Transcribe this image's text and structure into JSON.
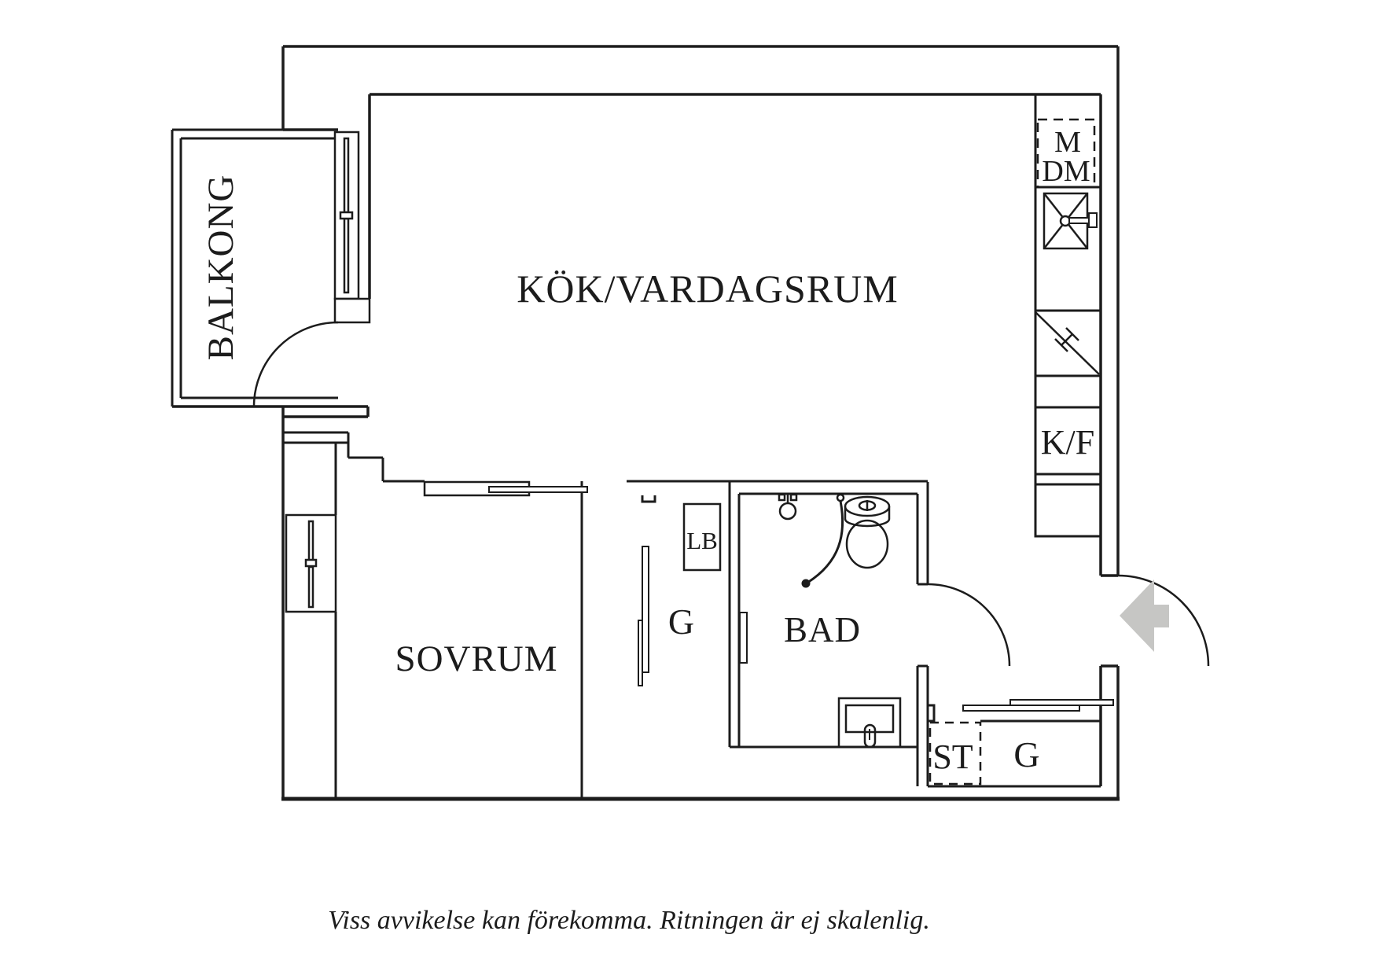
{
  "plan": {
    "rooms": {
      "balcony": "BALKONG",
      "kitchen_living": "KÖK/VARDAGSRUM",
      "bedroom": "SOVRUM",
      "bathroom": "BAD",
      "wardrobe_mid": "G",
      "linen_cabinet": "LB",
      "cleaning_closet": "ST",
      "hall_wardrobe": "G"
    },
    "appliances": {
      "washing_machine": "M",
      "dishwasher": "DM",
      "fridge_freezer": "K/F"
    }
  },
  "footer": {
    "disclaimer": "Viss avvikelse kan förekomma. Ritningen är ej skalenlig."
  },
  "colors": {
    "line": "#1c1c1c",
    "arrow": "#c6c6c4",
    "background": "#ffffff"
  }
}
